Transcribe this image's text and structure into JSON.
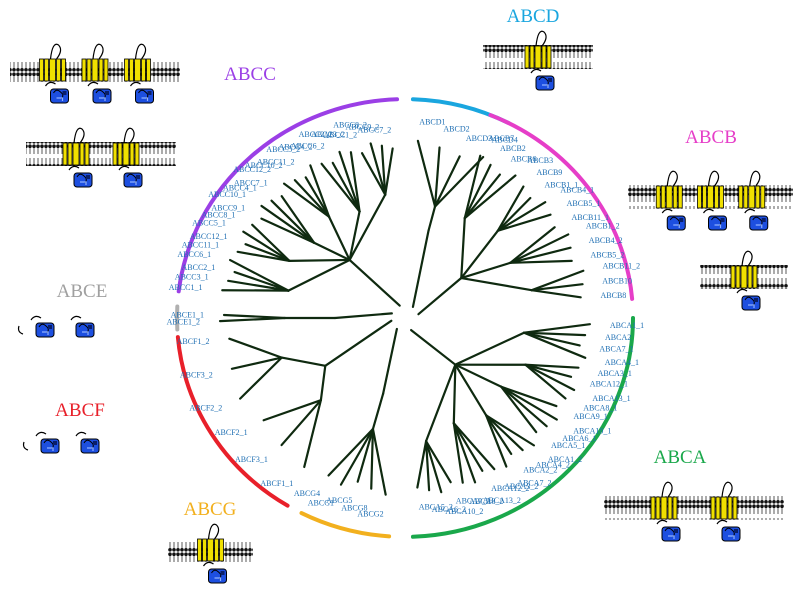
{
  "families": [
    {
      "id": "abca",
      "label": "ABCA",
      "color": "#1aa84b",
      "leaves": [
        "ABCA1_1",
        "ABCA2",
        "ABCA7_1",
        "ABCA4_1",
        "ABCA3_1",
        "ABCA12_1",
        "ABCA13_1",
        "ABCA8_1",
        "ABCA9_1",
        "ABCA10_1",
        "ABCA6_1",
        "ABCA5_1",
        "ABCA1_2",
        "ABCA4_2",
        "ABCA2_2",
        "ABCA7_2",
        "ABCA3_2",
        "ABCA12_2",
        "ABCA13_2",
        "ABCA8_2",
        "ABCA9_2",
        "ABCA10_2",
        "ABCA6_2",
        "ABCA5_2"
      ]
    },
    {
      "id": "abcg",
      "label": "ABCG",
      "color": "#f2b01e",
      "leaves": [
        "ABCG2",
        "ABCG8",
        "ABCG5",
        "ABCG1",
        "ABCG4"
      ]
    },
    {
      "id": "abcf",
      "label": "ABCF",
      "color": "#e8202a",
      "leaves": [
        "ABCF1_1",
        "ABCF3_1",
        "ABCF2_1",
        "ABCF2_2",
        "ABCF3_2",
        "ABCF1_2"
      ]
    },
    {
      "id": "abce",
      "label": "ABCE",
      "color": "#b0b0b0",
      "leaves": [
        "ABCE1_2",
        "ABCE1_1"
      ]
    },
    {
      "id": "abcc",
      "label": "ABCC",
      "color": "#9b3fe6",
      "leaves": [
        "ABCC1_1",
        "ABCC3_1",
        "ABCC2_1",
        "ABCC6_1",
        "ABCC11_1",
        "ABCC12_1",
        "ABCC5_1",
        "ABCC8_1",
        "ABCC9_1",
        "ABCC10_1",
        "ABCC4_1",
        "ABCC7_1",
        "ABCC12_2",
        "ABCC10_2",
        "ABCC11_2",
        "ABCC5_2",
        "ABCC4_2",
        "ABCC6_2",
        "ABCC2_2",
        "ABCC3_2",
        "ABCC1_2",
        "ABCC8_2",
        "ABCC9_2",
        "ABCC7_2"
      ]
    },
    {
      "id": "abcd",
      "label": "ABCD",
      "color": "#1aa6df",
      "leaves": [
        "ABCD1",
        "ABCD2",
        "ABCD3",
        "ABCD4"
      ]
    },
    {
      "id": "abcb",
      "label": "ABCB",
      "color": "#e63ec8",
      "leaves": [
        "ABCB7",
        "ABCB2",
        "ABCB6",
        "ABCB3",
        "ABCB9",
        "ABCB1_1",
        "ABCB4_1",
        "ABCB5_1",
        "ABCB11_1",
        "ABCB1_2",
        "ABCB4_2",
        "ABCB5_2",
        "ABCB11_2",
        "ABCB10",
        "ABCB8"
      ]
    }
  ]
}
